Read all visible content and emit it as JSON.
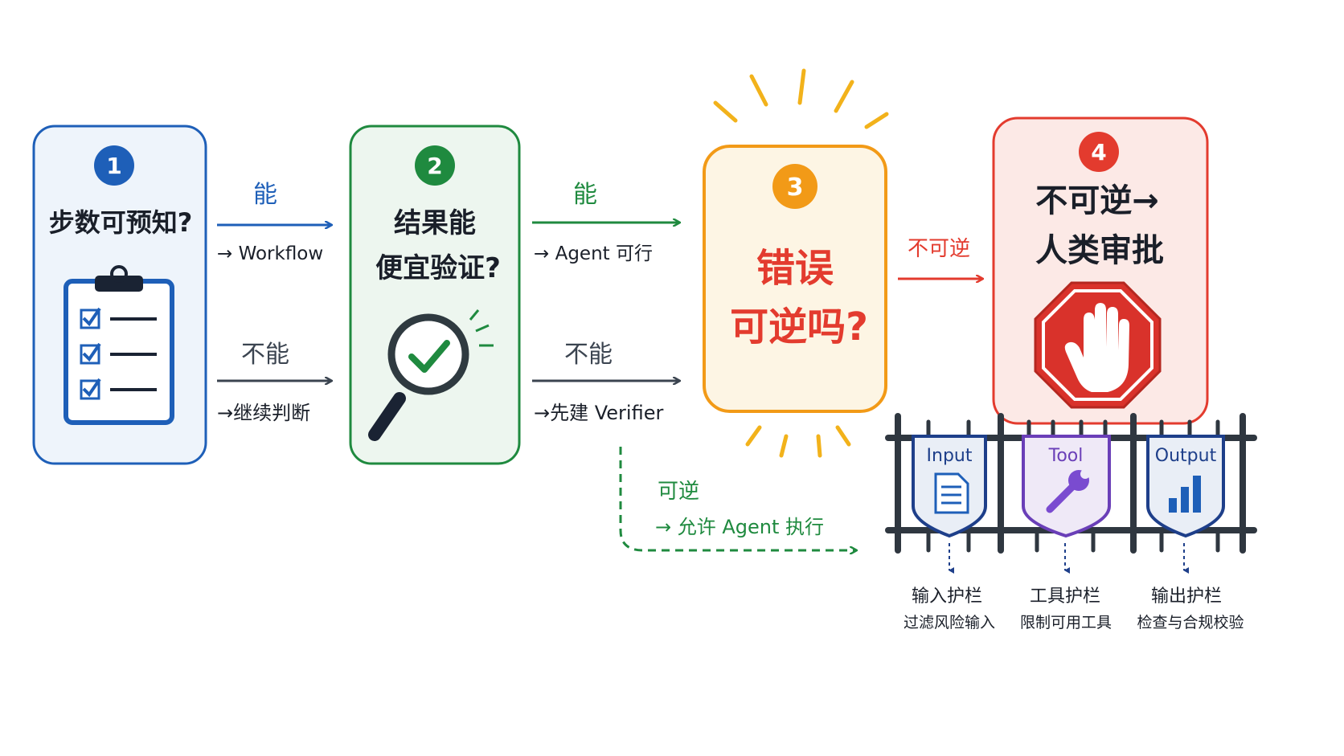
{
  "colors": {
    "blue": "#1e5fb8",
    "green": "#1f8a3f",
    "orange": "#f29a17",
    "red": "#e33b2e",
    "purple": "#6a3fb8",
    "dark": "#3b4450"
  },
  "steps": [
    {
      "num": "1",
      "lines": [
        "步数可预知?"
      ],
      "icon": "clipboard-checklist-icon"
    },
    {
      "num": "2",
      "lines": [
        "结果能",
        "便宜验证?"
      ],
      "icon": "magnifier-check-icon"
    },
    {
      "num": "3",
      "lines": [
        "错误",
        "可逆吗?"
      ],
      "icon": ""
    },
    {
      "num": "4",
      "lines": [
        "不可逆→",
        "人类审批"
      ],
      "icon": "stop-hand-icon"
    }
  ],
  "arrows": {
    "s1_yes": {
      "label": "能",
      "result": "→ Workflow"
    },
    "s1_no": {
      "label": "不能",
      "result": "→继续判断"
    },
    "s2_yes": {
      "label": "能",
      "result": "→ Agent 可行"
    },
    "s2_no": {
      "label": "不能",
      "result": "→先建 Verifier"
    },
    "s3_irreversible": {
      "label": "不可逆"
    },
    "s3_reversible": {
      "label": "可逆",
      "result": "→ 允许 Agent 执行"
    }
  },
  "guardrails": [
    {
      "badge": "Input",
      "icon": "document-icon",
      "title": "输入护栏",
      "desc": "过滤风险输入"
    },
    {
      "badge": "Tool",
      "icon": "wrench-icon",
      "title": "工具护栏",
      "desc": "限制可用工具"
    },
    {
      "badge": "Output",
      "icon": "bar-chart-icon",
      "title": "输出护栏",
      "desc": "检查与合规校验"
    }
  ]
}
